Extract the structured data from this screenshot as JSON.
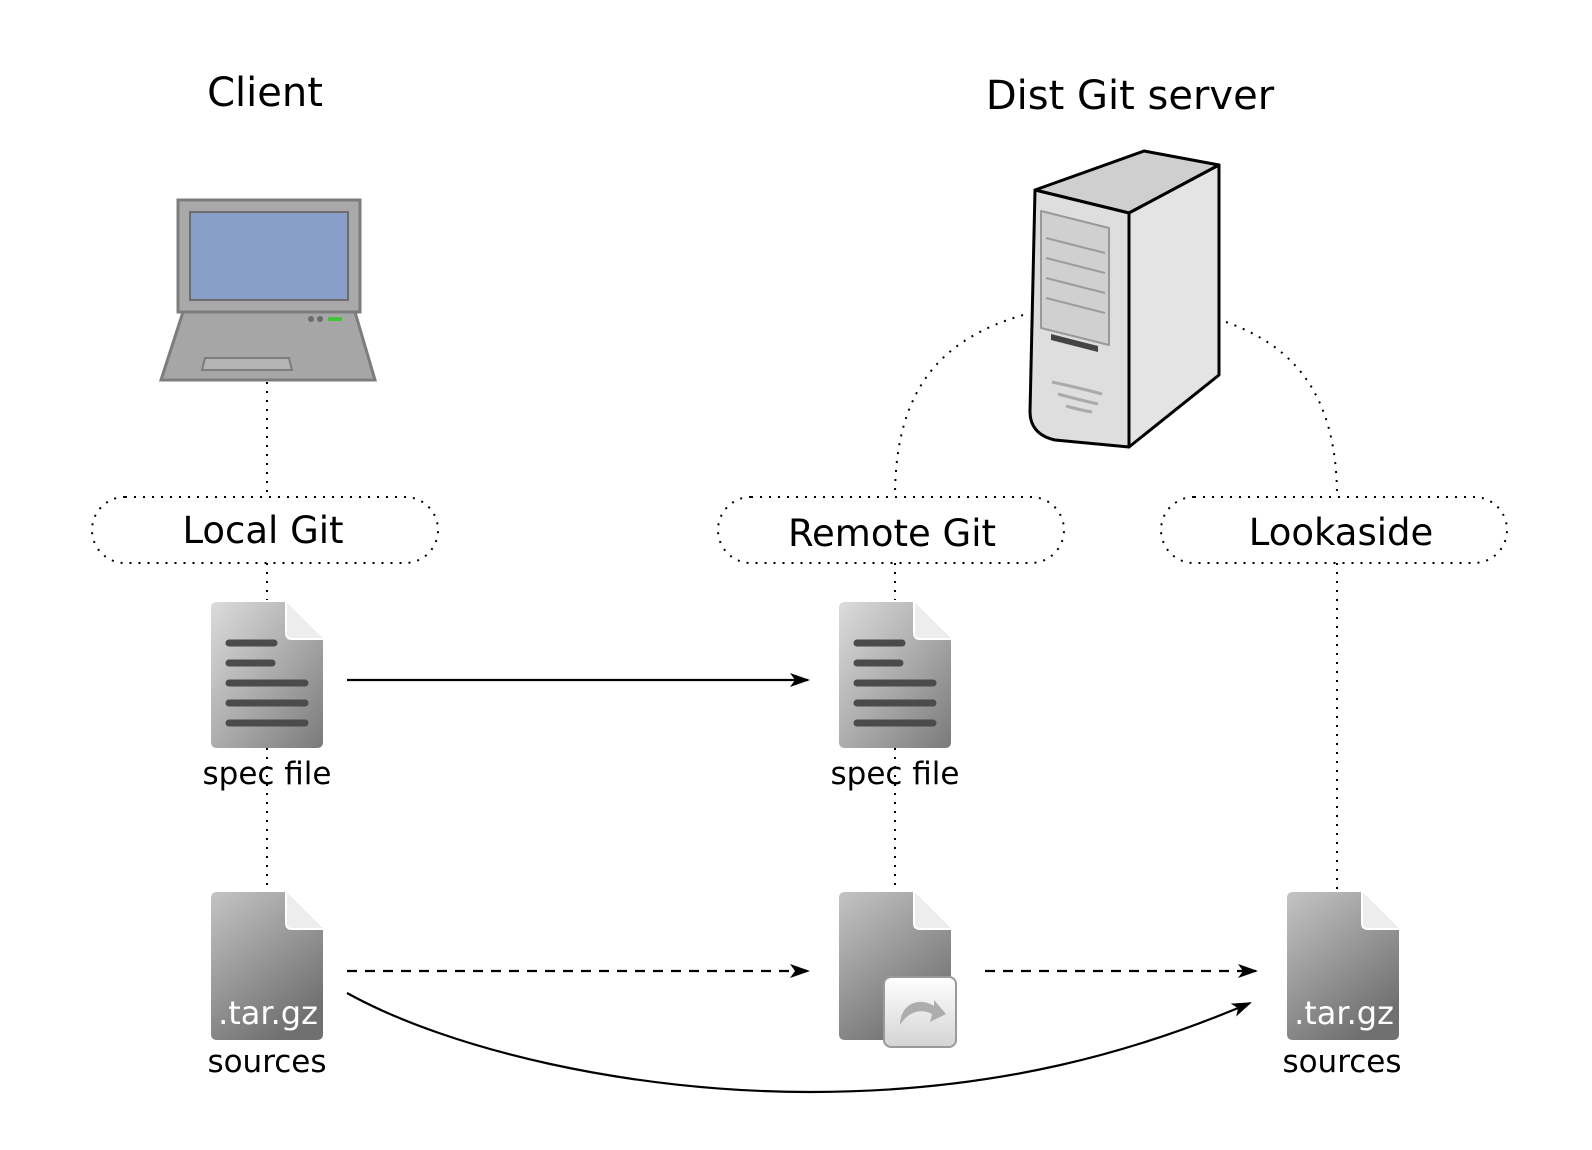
{
  "headers": {
    "client": "Client",
    "server": "Dist Git server"
  },
  "nodes": {
    "local_git": "Local Git",
    "remote_git": "Remote Git",
    "lookaside": "Lookaside"
  },
  "files": {
    "local_spec_label": "spec file",
    "remote_spec_label": "spec file",
    "local_sources_label": "sources",
    "lookaside_sources_label": "sources",
    "tarball_badge": ".tar.gz"
  },
  "icons": {
    "client": "laptop-icon",
    "server": "server-tower-icon",
    "spec": "text-document-icon",
    "archive": "archive-file-icon",
    "link": "symlink-file-icon"
  }
}
